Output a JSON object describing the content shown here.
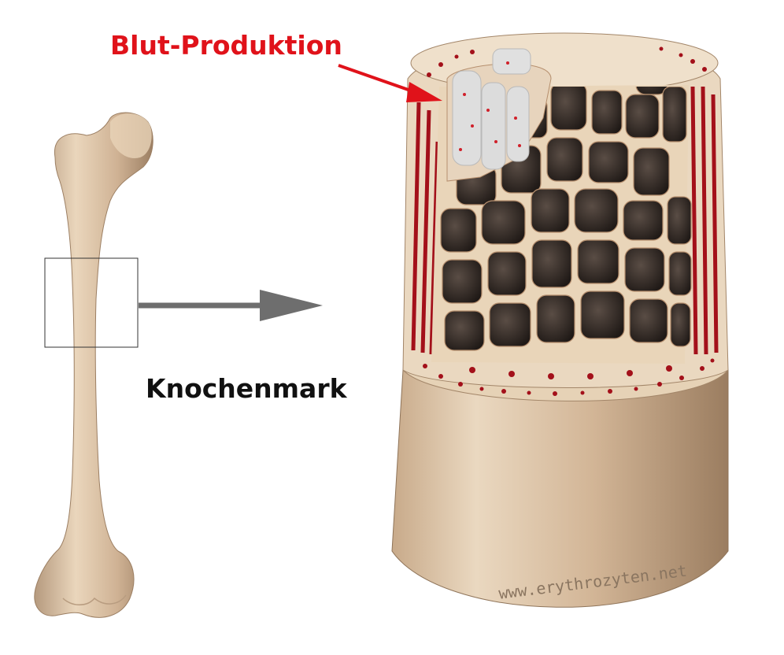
{
  "labels": {
    "blood_production": "Blut-Produktion",
    "bone_marrow": "Knochenmark",
    "website": "www.erythrozyten.net"
  },
  "colors": {
    "bone": "#dcc2a3",
    "bone_dark": "#9c7f63",
    "marrow_cavity": "#2f2723",
    "vessel_red": "#a3101a",
    "blood_label": "#e0121a",
    "arrow_gray": "#6e6e6e",
    "red_marrow_fill": "#d9d9d9"
  },
  "icons": {
    "femur": "femur-bone-illustration",
    "cross_section": "bone-cross-section-illustration",
    "zoom_arrow": "right-arrow-icon",
    "pointer_arrow": "red-arrow-icon"
  }
}
